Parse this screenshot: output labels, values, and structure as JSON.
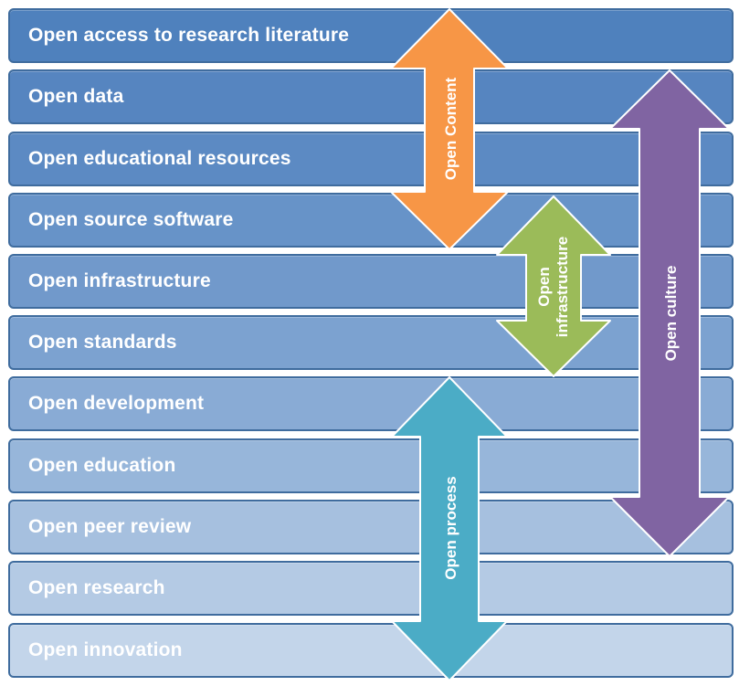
{
  "rows": [
    {
      "label": "Open access to research literature",
      "color": "#4f81bd"
    },
    {
      "label": "Open data",
      "color": "#5685c0"
    },
    {
      "label": "Open educational resources",
      "color": "#5c8ac3"
    },
    {
      "label": "Open source software",
      "color": "#6793c8"
    },
    {
      "label": "Open infrastructure",
      "color": "#7199cb"
    },
    {
      "label": "Open standards",
      "color": "#7ca2d0"
    },
    {
      "label": "Open development",
      "color": "#89abd5"
    },
    {
      "label": "Open education",
      "color": "#97b6da"
    },
    {
      "label": "Open peer review",
      "color": "#a6c0df"
    },
    {
      "label": "Open research",
      "color": "#b4cae4"
    },
    {
      "label": "Open innovation",
      "color": "#c3d5ea"
    }
  ],
  "arrows": {
    "open_content": {
      "label": "Open Content",
      "color": "#f79646",
      "stroke": "#ffffff"
    },
    "open_infrastructure": {
      "line1": "Open",
      "line2": "infrastructure",
      "color": "#9bbb59",
      "stroke": "#ffffff"
    },
    "open_culture": {
      "label": "Open culture",
      "color": "#8064a2",
      "stroke": "#ffffff"
    },
    "open_process": {
      "label": "Open process",
      "color": "#4bacc6",
      "stroke": "#ffffff"
    }
  }
}
